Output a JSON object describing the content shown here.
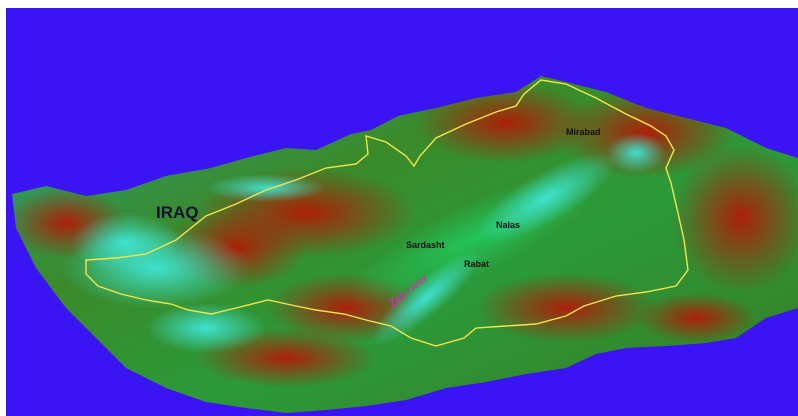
{
  "map": {
    "labels": {
      "country": "IRAQ",
      "towns": [
        "Mirabad",
        "Nalas",
        "Sardasht",
        "Rabat"
      ],
      "river": "Zab river"
    },
    "colors": {
      "background": "#3a14f2",
      "border_line": "#f4e64a",
      "river_label": "#c03aa8",
      "terrain_high": "#b01e08",
      "terrain_mid": "#2f8f2c",
      "terrain_low": "#2fd8c8"
    }
  }
}
